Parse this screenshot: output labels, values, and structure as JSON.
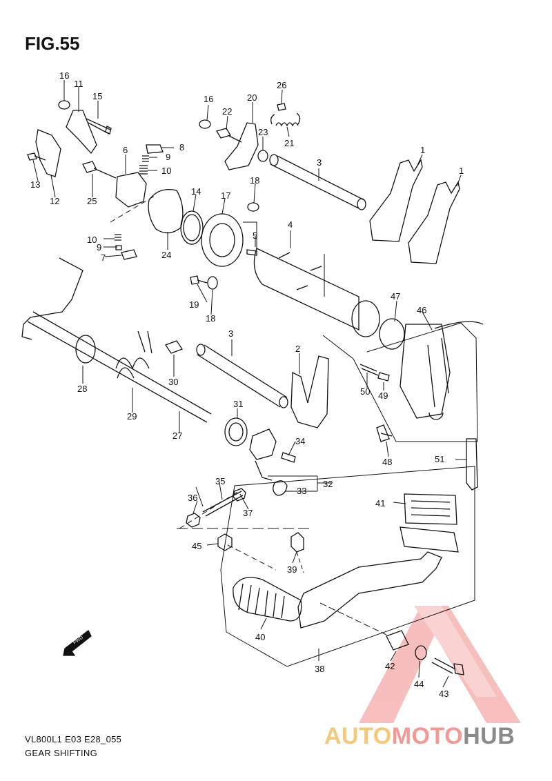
{
  "figure_title": "FIG.55",
  "footer": {
    "model_code": "VL800L1 E03 E28_055",
    "section": "GEAR SHIFTING"
  },
  "fwd_arrow_label": "FWD",
  "watermark": {
    "part1": "AUTO",
    "part2": "MOTO",
    "part3": "HUB",
    "colors": {
      "auto": "#f4c97c",
      "moto": "#f29a96",
      "hub": "#8a8a8a",
      "triangle": "#f08c88"
    }
  },
  "callouts": [
    "1",
    "1",
    "2",
    "3",
    "3",
    "4",
    "5",
    "6",
    "7",
    "8",
    "9",
    "9",
    "10",
    "10",
    "11",
    "12",
    "13",
    "14",
    "15",
    "16",
    "16",
    "17",
    "18",
    "18",
    "19",
    "20",
    "21",
    "22",
    "23",
    "24",
    "25",
    "26",
    "27",
    "28",
    "29",
    "30",
    "31",
    "32",
    "33",
    "34",
    "35",
    "36",
    "37",
    "38",
    "39",
    "40",
    "41",
    "42",
    "43",
    "44",
    "45",
    "46",
    "47",
    "48",
    "49",
    "50",
    "51"
  ]
}
